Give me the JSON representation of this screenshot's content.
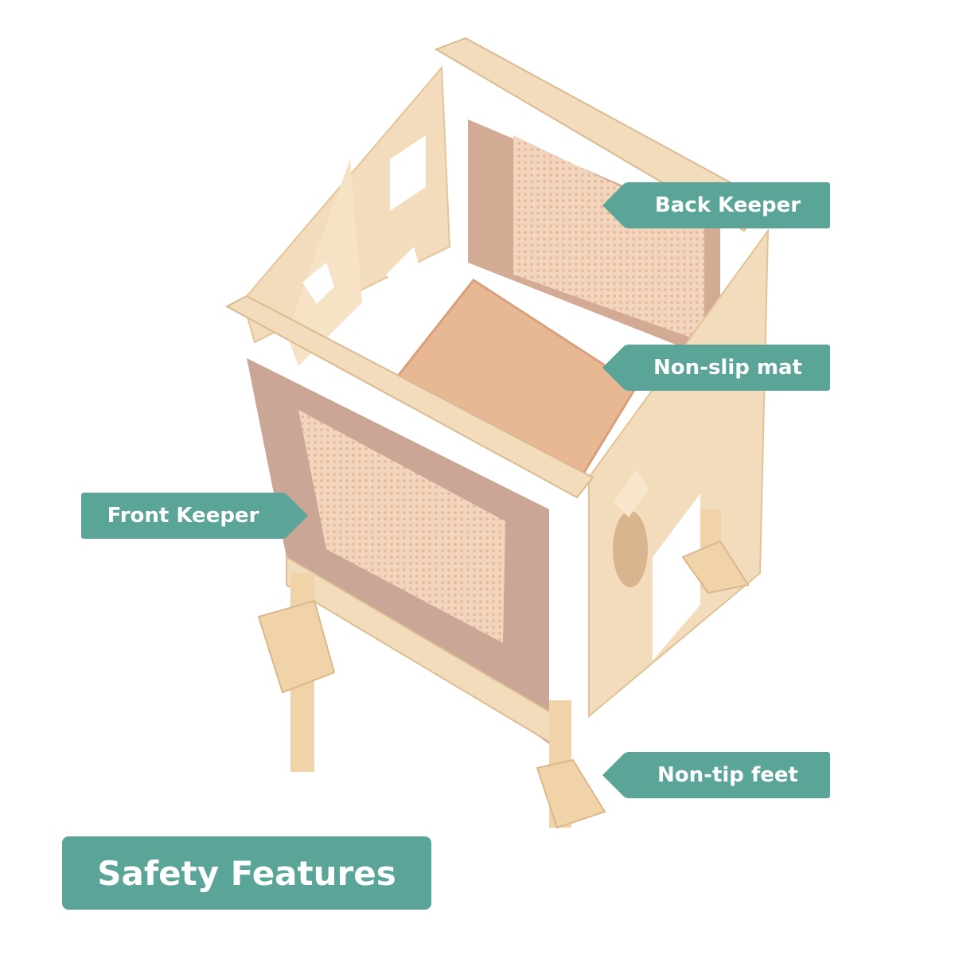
{
  "title": "Safety Features",
  "callouts": {
    "back_keeper": "Back Keeper",
    "non_slip_mat": "Non-slip mat",
    "front_keeper": "Front Keeper",
    "non_tip_feet": "Non-tip feet"
  },
  "colors": {
    "accent": "#5aa597",
    "wood": "#f1d8b4",
    "mat": "#e8b793",
    "frame": "#c9a696",
    "mesh": "#efd1ba"
  }
}
